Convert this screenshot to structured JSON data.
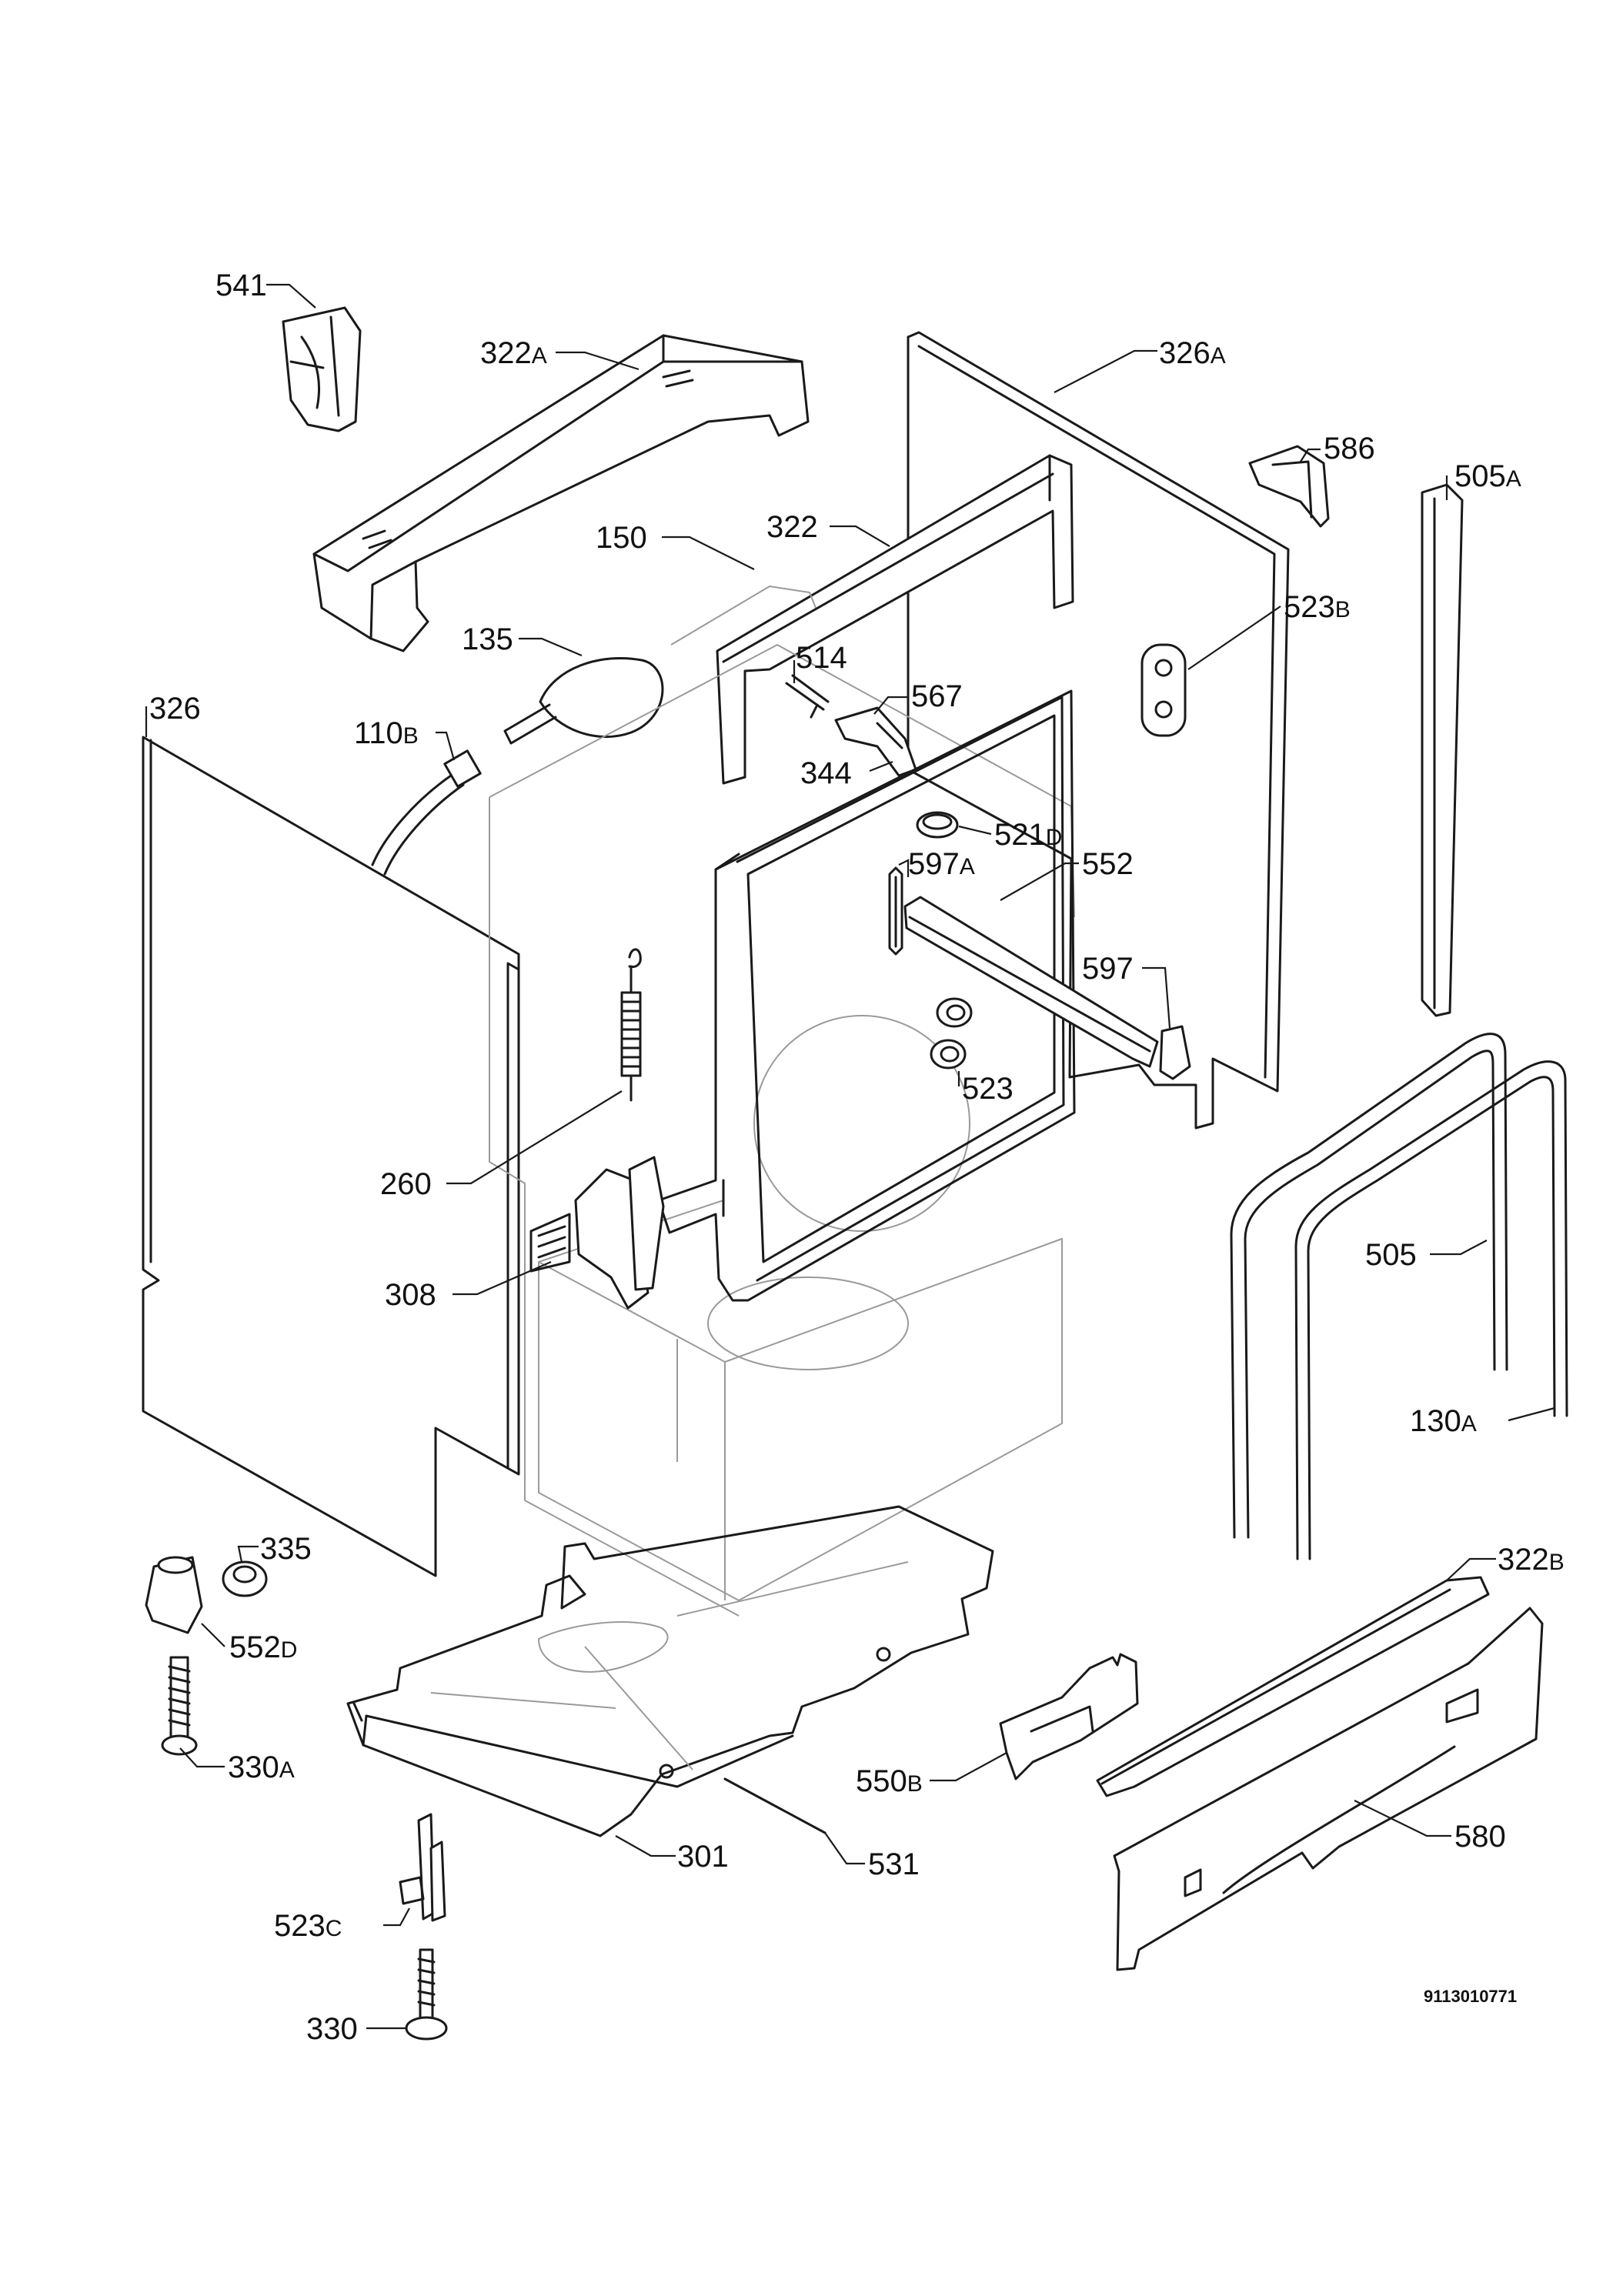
{
  "drawing": {
    "code": "9113010771",
    "parts": [
      {
        "id": "541",
        "number": "541",
        "suffix": ""
      },
      {
        "id": "322A",
        "number": "322",
        "suffix": "A"
      },
      {
        "id": "326A",
        "number": "326",
        "suffix": "A"
      },
      {
        "id": "586",
        "number": "586",
        "suffix": ""
      },
      {
        "id": "505A",
        "number": "505",
        "suffix": "A"
      },
      {
        "id": "150",
        "number": "150",
        "suffix": ""
      },
      {
        "id": "322",
        "number": "322",
        "suffix": ""
      },
      {
        "id": "523B",
        "number": "523",
        "suffix": "B"
      },
      {
        "id": "135",
        "number": "135",
        "suffix": ""
      },
      {
        "id": "514",
        "number": "514",
        "suffix": ""
      },
      {
        "id": "567",
        "number": "567",
        "suffix": ""
      },
      {
        "id": "326",
        "number": "326",
        "suffix": ""
      },
      {
        "id": "110B",
        "number": "110",
        "suffix": "B"
      },
      {
        "id": "344",
        "number": "344",
        "suffix": ""
      },
      {
        "id": "521D",
        "number": "521",
        "suffix": "D"
      },
      {
        "id": "597A",
        "number": "597",
        "suffix": "A"
      },
      {
        "id": "552",
        "number": "552",
        "suffix": ""
      },
      {
        "id": "597",
        "number": "597",
        "suffix": ""
      },
      {
        "id": "523",
        "number": "523",
        "suffix": ""
      },
      {
        "id": "260",
        "number": "260",
        "suffix": ""
      },
      {
        "id": "505",
        "number": "505",
        "suffix": ""
      },
      {
        "id": "308",
        "number": "308",
        "suffix": ""
      },
      {
        "id": "130A",
        "number": "130",
        "suffix": "A"
      },
      {
        "id": "335",
        "number": "335",
        "suffix": ""
      },
      {
        "id": "322B",
        "number": "322",
        "suffix": "B"
      },
      {
        "id": "552D",
        "number": "552",
        "suffix": "D"
      },
      {
        "id": "330A",
        "number": "330",
        "suffix": "A"
      },
      {
        "id": "550B",
        "number": "550",
        "suffix": "B"
      },
      {
        "id": "580",
        "number": "580",
        "suffix": ""
      },
      {
        "id": "301",
        "number": "301",
        "suffix": ""
      },
      {
        "id": "531",
        "number": "531",
        "suffix": ""
      },
      {
        "id": "523C",
        "number": "523",
        "suffix": "C"
      },
      {
        "id": "330",
        "number": "330",
        "suffix": ""
      }
    ]
  }
}
